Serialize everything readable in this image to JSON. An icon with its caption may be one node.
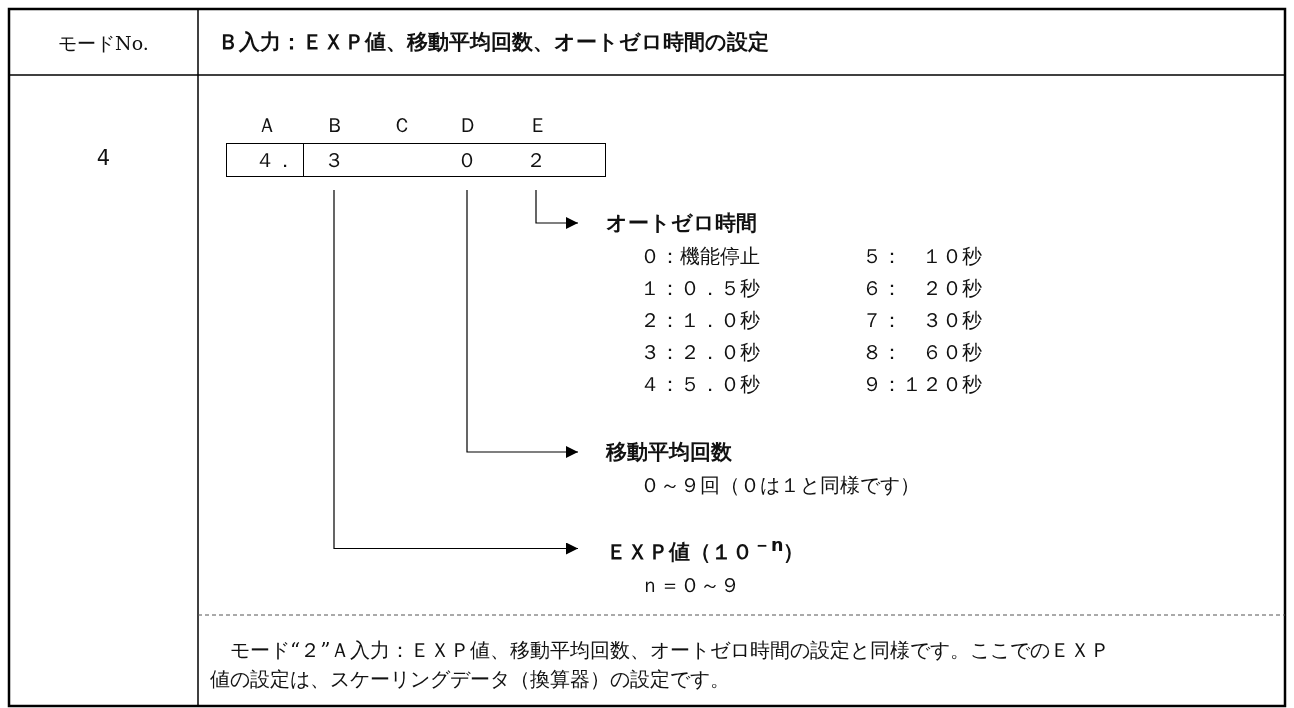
{
  "diagram": {
    "nodes": [
      {
        "text": [
          "４．"
        ]
      },
      {
        "text": [],
        "shape": "box"
      },
      {
        "text": [
          "３"
        ],
        "in": 1
      },
      {
        "text": [
          "０"
        ],
        "in": 1
      },
      {
        "text": [
          "２"
        ],
        "in": 1
      },
      {
        "text": [
          "オートゼロ時間",
          "０：機能停止",
          "５：　１０秒",
          "１：０．５秒",
          "６：　２０秒",
          "２：１．０秒",
          "７：　３０秒",
          "３：２．０秒",
          "８：　６０秒",
          "４：５．０秒",
          "９：１２０秒"
        ]
      },
      {
        "text": [
          "移動平均回数",
          "０～９回（０は１と同様です）"
        ]
      },
      {
        "text": [
          "ＥＸＰ値（１０$^{－n}$）",
          "ｎ＝０～９"
        ]
      }
    ],
    "edges": [
      {
        "from": 4,
        "to": 5,
        "arrow": "to"
      },
      {
        "from": 3,
        "to": 6,
        "arrow": "to"
      },
      {
        "from": 2,
        "to": 7,
        "arrow": "to"
      }
    ],
    "labels": [
      "モードNo.",
      "Ｂ入力：ＥＸＰ値、移動平均回数、オートゼロ時間の設定",
      "4",
      "Ａ",
      "Ｂ",
      "Ｃ",
      "Ｄ",
      "Ｅ",
      "モード“２”Ａ入力：ＥＸＰ値、移動平均回数、オートゼロ時間の設定と同様です。ここでのＥＸＰ値の設定は、スケーリングデータ（換算器）の設定です。"
    ]
  }
}
